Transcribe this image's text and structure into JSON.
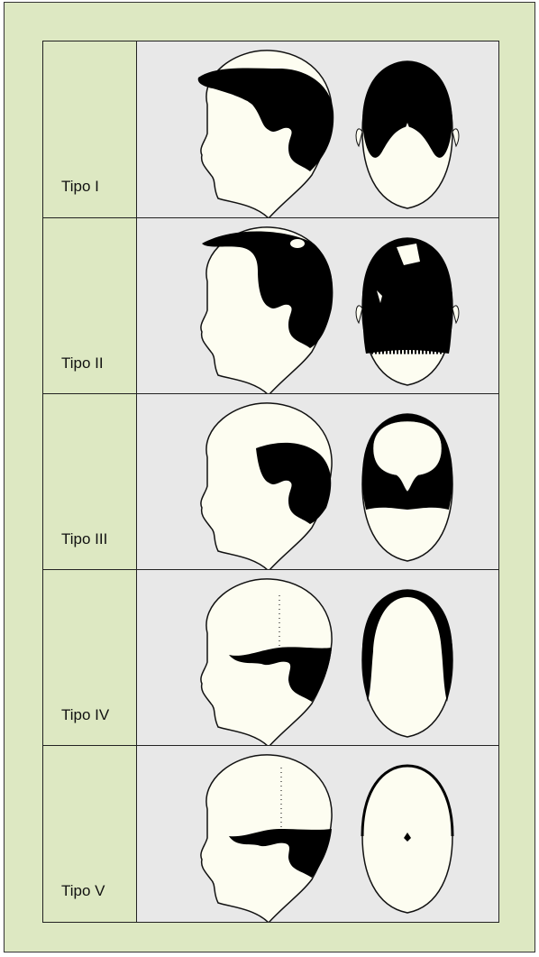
{
  "stages": [
    {
      "label": "Tipo I"
    },
    {
      "label": "Tipo II"
    },
    {
      "label": "Tipo III"
    },
    {
      "label": "Tipo IV"
    },
    {
      "label": "Tipo V"
    }
  ]
}
